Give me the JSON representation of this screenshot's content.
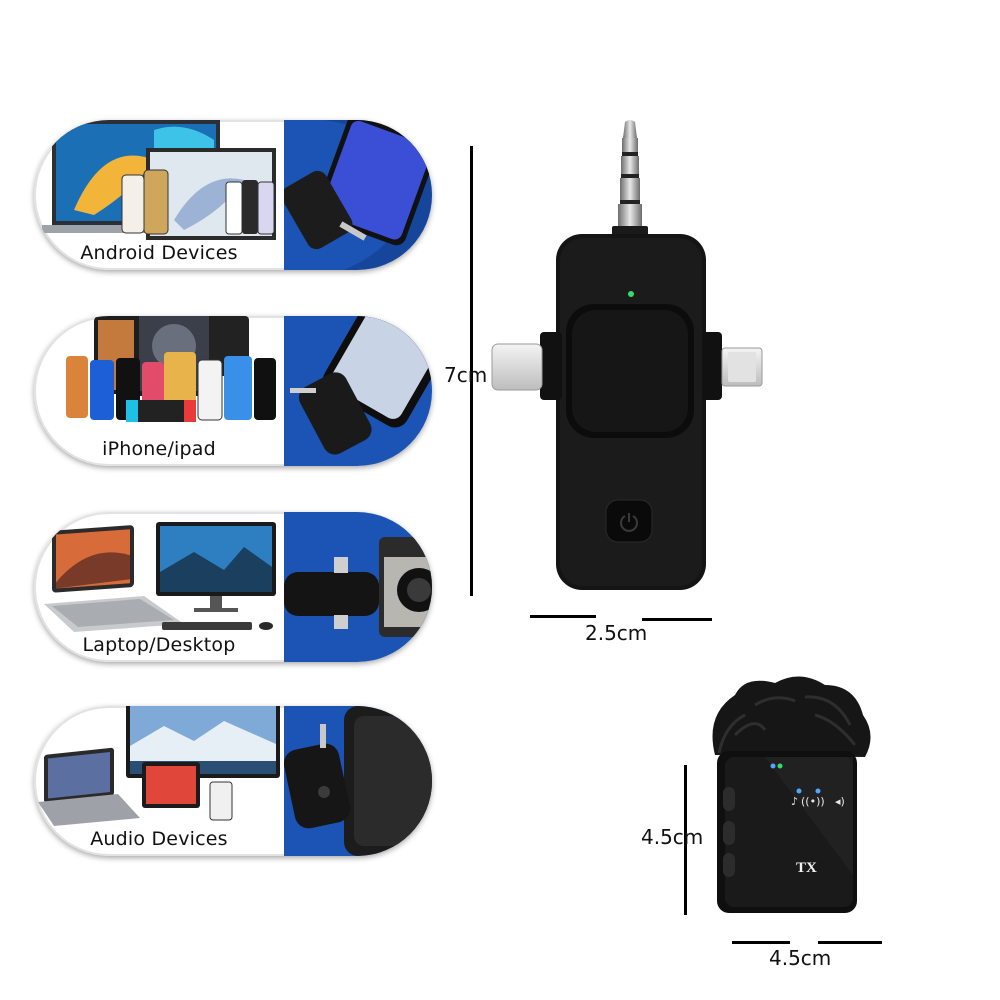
{
  "compatibility": [
    {
      "label": "Android Devices"
    },
    {
      "label": "iPhone/ipad"
    },
    {
      "label": "Laptop/Desktop"
    },
    {
      "label": "Audio Devices"
    }
  ],
  "receiver_dimensions": {
    "height": "7cm",
    "width": "2.5cm"
  },
  "transmitter": {
    "badge": "TX",
    "dimensions": {
      "height": "4.5cm",
      "width": "4.5cm"
    }
  },
  "colors": {
    "card_accent": "#1b54b4",
    "device_body": "#111111",
    "indicator": "#2ee06a"
  },
  "icons": [
    "power-icon",
    "music-note-icon",
    "broadcast-icon",
    "speaker-icon"
  ]
}
